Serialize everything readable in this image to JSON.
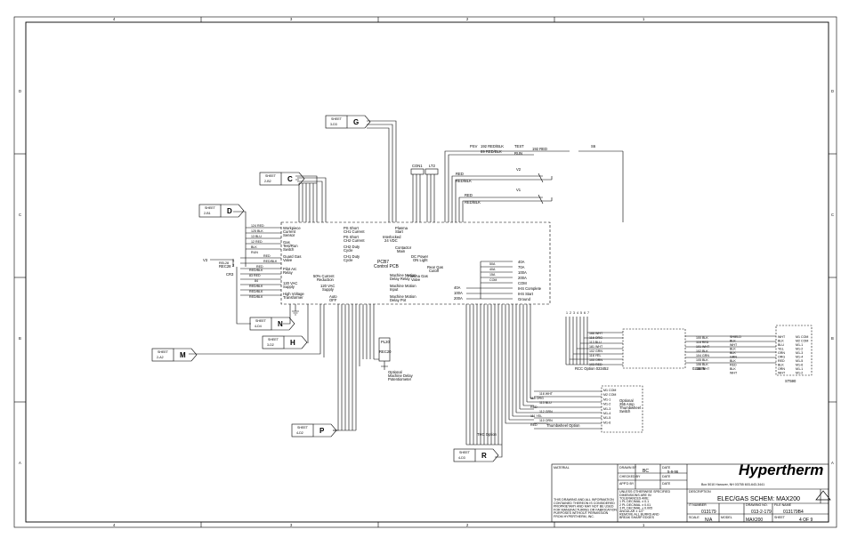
{
  "border": {
    "top_numbers": [
      "4",
      "3",
      "2",
      "1"
    ],
    "side_letters": [
      "D",
      "C",
      "B",
      "A"
    ]
  },
  "connectors": [
    {
      "letter": "G",
      "sheet_label": "SHEET",
      "sheet": "3-D3"
    },
    {
      "letter": "C",
      "sheet_label": "SHEET",
      "sheet": "2-B2"
    },
    {
      "letter": "D",
      "sheet_label": "SHEET",
      "sheet": "2-B1"
    },
    {
      "letter": "N",
      "sheet_label": "SHEET",
      "sheet": "4-D4"
    },
    {
      "letter": "H",
      "sheet_label": "SHEET",
      "sheet": "3-D2"
    },
    {
      "letter": "M",
      "sheet_label": "SHEET",
      "sheet": "2-A2"
    },
    {
      "letter": "P",
      "sheet_label": "SHEET",
      "sheet": "4-D2"
    },
    {
      "letter": "R",
      "sheet_label": "SHEET",
      "sheet": "4-D3"
    }
  ],
  "pcb": {
    "name": "PCB7",
    "subtitle": "Control PCB",
    "left_labels": [
      "Workpiece",
      "Current",
      "Sensor",
      "Gas",
      "Test/Run",
      "Switch",
      "Guard Gas",
      "Valve",
      "Pilot Arc",
      "Relay",
      "120 VAC",
      "Supply",
      "High Voltage",
      "Transformer"
    ],
    "center_labels": [
      "PS Short",
      "CH1 Current",
      "PS Short",
      "CH2 Current",
      "CH2 Duty",
      "Cycle",
      "CH1 Duty",
      "Cycle",
      "Plasma",
      "Start",
      "Interlocked",
      "24 VDC",
      "Contactor",
      "Main",
      "DC Power",
      "ON Light",
      "Plasma Gas",
      "Valve",
      "Rear Gas",
      "Cutoff",
      "Machine Motion",
      "Delay Relay",
      "Machine Motion",
      "Input",
      "Machine Motion",
      "Delay Pot",
      "50% Current",
      "Reduction",
      "120 VAC",
      "Supply",
      "Auto",
      "OFF"
    ],
    "right_labels": [
      "40A",
      "70A",
      "100A",
      "200A",
      "COM",
      "IHS Complete",
      "IHS Start",
      "Ground"
    ],
    "amps": [
      "50A",
      "40A",
      "15A",
      "COM"
    ],
    "options_labels": [
      "40A",
      "100A",
      "200A"
    ]
  },
  "top_components": {
    "psv": "PSV",
    "test": "TEST",
    "run": "RUN",
    "s6": "S6",
    "v2": "V2",
    "v1": "V1",
    "con1": "CON1",
    "lt2": "LT2",
    "wires": [
      "192 RED/BLK",
      "89 RED/BLK",
      "192 RED",
      "RED",
      "RED/BLK",
      "RED",
      "RED/BLK"
    ]
  },
  "left_wires": [
    "124 RED",
    "125 BLK",
    "13 BLU",
    "12 RED",
    "BLK",
    "RUN",
    "RED",
    "RED/BLK",
    "RED",
    "RED/BLK",
    "83 RED",
    "84",
    "REL28",
    "RED/BLK",
    "RED/BLK",
    "RED/BLK"
  ],
  "left_misc": {
    "v3": "V3",
    "rec28": "REC28",
    "cr3": "CR3",
    "p1": "1",
    "p2": "2"
  },
  "pl20": {
    "name": "PL20",
    "rec": "REC20",
    "pot_lines": [
      "Optional",
      "Machine Delay",
      "Potentiometer"
    ]
  },
  "rcc": {
    "title": "RCC Option 023452",
    "wires": [
      "166 WHT",
      "116 ORG",
      "113 BLU",
      "181 WHT",
      "102 GRN",
      "116 YEL",
      "105 ORN",
      "103 RED"
    ],
    "right_wires": [
      "100 BLK",
      "118 RED",
      "101 WHT",
      "102 BLK",
      "104 GRN",
      "105 BLK",
      "106 BLK",
      "106 WHT"
    ],
    "code": "023079"
  },
  "terminal_block": {
    "name": "ST590",
    "labels": [
      "SHIELD",
      "BLK",
      "WHT",
      "BLK",
      "BLK",
      "GRN",
      "BLK",
      "RED",
      "BLK",
      "WHT"
    ],
    "pins": [
      "WHT",
      "BLK",
      "BLU",
      "YEL",
      "GRN",
      "ORG",
      "RED",
      "BLK",
      "ORN",
      "WHT"
    ],
    "outputs": [
      "M1 COM",
      "M2 COM",
      "M1-1",
      "M1-2",
      "M1-3",
      "M1-4",
      "M1-5",
      "M1-6",
      "M1-1",
      "M1-2"
    ]
  },
  "switch_option": {
    "wires": [
      "116 WHT",
      "115 ORG",
      "113 BLU",
      "RED",
      "112 GRN",
      "111 YEL",
      "110 ORN",
      "RED"
    ],
    "outputs": [
      "M1 COM",
      "M2 COM",
      "M1-1",
      "M1-2",
      "M1-3",
      "M1-4",
      "M1-5",
      "M1-6"
    ],
    "lines": [
      "Optional",
      "255 Amp",
      "Thumbwheel",
      "Switch"
    ],
    "label": "Thumbwheel Option"
  },
  "thc": {
    "label": "THC Option"
  },
  "pin_row": [
    "1",
    "2",
    "3",
    "4",
    "5",
    "6",
    "7"
  ],
  "title_block": {
    "company": "Hypertherm",
    "address": "Box 5010 Hanover, NH 03755 603-643-3441",
    "material_label": "MATERIAL",
    "drawn_by_label": "DRAWN BY",
    "drawn_by": "BC",
    "date_label": "DATE",
    "date": "5-9-96",
    "checked_by_label": "CHECKED BY",
    "appd_label": "APP'D BY",
    "tolerance_title": "UNLESS OTHERWISE SPECIFIED",
    "tolerance_lines": [
      "DIMENSIONS ARE IN",
      "TOLERANCES ARE:",
      "1 PL DECIMAL ± 0.1",
      "2 PL DECIMAL ± 0.01",
      "3 PL DECIMAL ± 0.005",
      "ANGULAR ± 1/2°",
      "REMOVE ALL BURRS AND",
      "BREAK SHARP EDGES"
    ],
    "proprietary": [
      "THIS DRAWING AND ALL INFORMATION",
      "CONTAINED THEREON IS CONSIDERED",
      "PROPRIETARY AND MAY NOT BE USED",
      "FOR MANUFACTURING OR FABRICATION",
      "PURPOSES WITHOUT PERMISSION",
      "FROM HYPERTHERM, INC."
    ],
    "description_label": "DESCRIPTION",
    "title": "ELEC/GAS SCHEM: MAX200",
    "it_label": "IT NUMBER",
    "it_number": "013179",
    "drawing_label": "DRAWING NO.",
    "drawing_no": "013-2-179",
    "file_label": "FILE NAME",
    "file_name": "013179B4",
    "scale_label": "SCALE",
    "scale": "N/A",
    "model_label": "MODEL",
    "model": "MAX200",
    "sheet_label": "SHEET",
    "sheet": "4 OF 9"
  }
}
